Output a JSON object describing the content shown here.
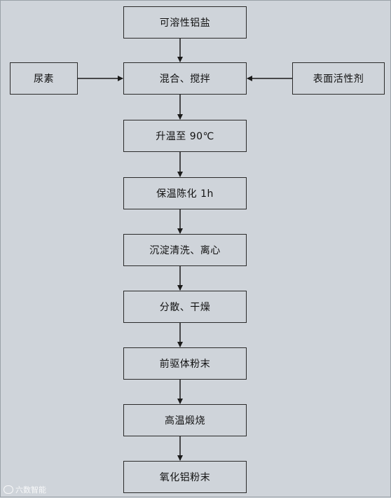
{
  "flowchart": {
    "steps": [
      "可溶性铝盐",
      "混合、搅拌",
      "升温至 90℃",
      "保温陈化 1h",
      "沉淀清洗、离心",
      "分散、干燥",
      "前驱体粉末",
      "高温煅烧",
      "氧化铝粉末"
    ],
    "side_inputs": {
      "left": "尿素",
      "right": "表面活性剂"
    }
  },
  "watermark": {
    "text": "六数智能"
  }
}
